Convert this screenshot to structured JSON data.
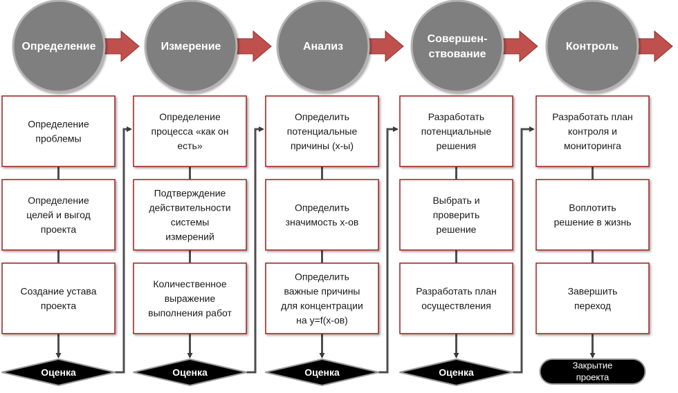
{
  "phases": [
    {
      "title": [
        "Определение"
      ],
      "steps": [
        [
          "Определение",
          "проблемы"
        ],
        [
          "Определение",
          "целей и выгод",
          "проекта"
        ],
        [
          "Создание устава",
          "проекта"
        ]
      ],
      "end": {
        "kind": "evaluation",
        "lines": [
          "Оценка"
        ]
      }
    },
    {
      "title": [
        "Измерение"
      ],
      "steps": [
        [
          "Определение",
          "процесса «как он",
          "есть»"
        ],
        [
          "Подтверждение",
          "действительности",
          "системы",
          "измерений"
        ],
        [
          "Количественное",
          "выражение",
          "выполнения работ"
        ]
      ],
      "end": {
        "kind": "evaluation",
        "lines": [
          "Оценка"
        ]
      }
    },
    {
      "title": [
        "Анализ"
      ],
      "steps": [
        [
          "Определить",
          "потенциальные",
          "причины (x-ы)"
        ],
        [
          "Определить",
          "значимость x-ов"
        ],
        [
          "Определить",
          "важные причины",
          "для концентрации",
          "на y=f(x-ов)"
        ]
      ],
      "end": {
        "kind": "evaluation",
        "lines": [
          "Оценка"
        ]
      }
    },
    {
      "title": [
        "Совершен-",
        "ствование"
      ],
      "steps": [
        [
          "Разработать",
          "потенциальные",
          "решения"
        ],
        [
          "Выбрать и",
          "проверить",
          "решение"
        ],
        [
          "Разработать план",
          "осуществления"
        ]
      ],
      "end": {
        "kind": "evaluation",
        "lines": [
          "Оценка"
        ]
      }
    },
    {
      "title": [
        "Контроль"
      ],
      "steps": [
        [
          "Разработать план",
          "контроля и",
          "мониторинга"
        ],
        [
          "Воплотить",
          "решение в жизнь"
        ],
        [
          "Завершить",
          "переход"
        ]
      ],
      "end": {
        "kind": "closure",
        "lines": [
          "Закрытие",
          "проекта"
        ]
      }
    }
  ],
  "colors": {
    "circle_fill": "#7f7f7f",
    "circle_border": "#b3b3b3",
    "arrow_fill": "#c0504d",
    "arrow_dark": "#8e3230",
    "box_border": "#a32a28",
    "connector": "#4d4d4d",
    "diamond_fill": "#000000",
    "diamond_border": "#999999"
  }
}
